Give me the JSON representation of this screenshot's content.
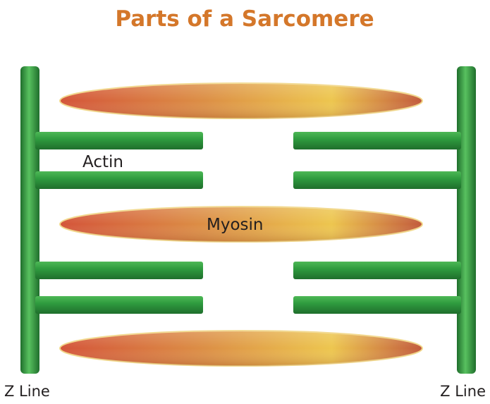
{
  "title": "Parts of a Sarcomere",
  "labels": {
    "actin": "Actin",
    "myosin": "Myosin",
    "z_line_left": "Z Line",
    "z_line_right": "Z Line"
  },
  "colors": {
    "title": "#d4772a",
    "actin_dark": "#1f6e2c",
    "actin_mid": "#2f9c3f",
    "actin_light": "#58c15f",
    "myosin_red": "#d4553a",
    "myosin_orange": "#dc8f45",
    "myosin_yellow": "#edc64f",
    "myosin_outline": "#f1d78a"
  }
}
